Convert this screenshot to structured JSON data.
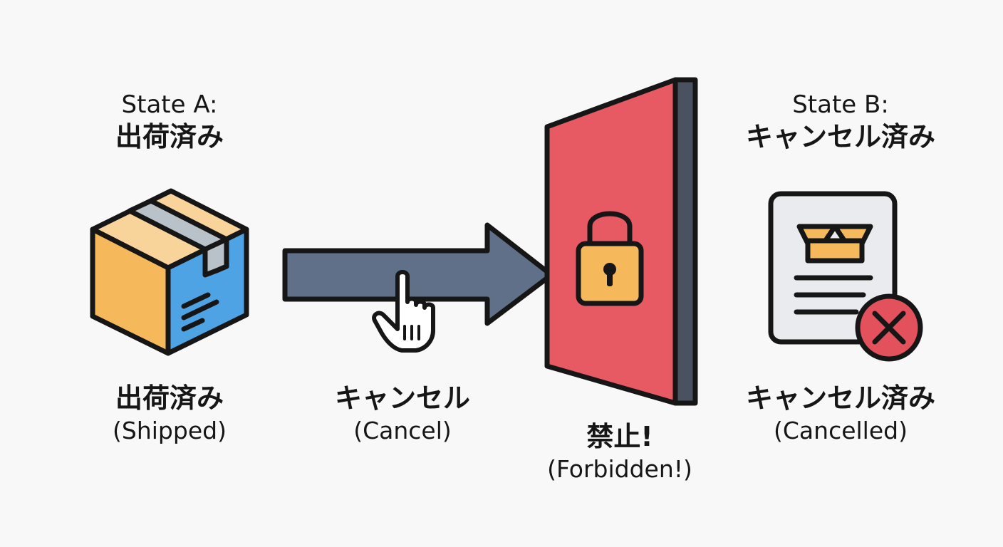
{
  "state_a": {
    "heading": "State A:",
    "heading_jp": "出荷済み",
    "caption_jp": "出荷済み",
    "caption_en": "(Shipped)"
  },
  "action": {
    "caption_jp": "キャンセル",
    "caption_en": "(Cancel)"
  },
  "barrier": {
    "caption_jp": "禁止!",
    "caption_en": "(Forbidden!)"
  },
  "state_b": {
    "heading": "State B:",
    "heading_jp": "キャンセル済み",
    "caption_jp": "キャンセル済み",
    "caption_en": "(Cancelled)"
  },
  "icons": {
    "state_a": "shipping-box-icon",
    "action_arrow": "arrow-icon",
    "action_pointer": "hand-pointer-icon",
    "barrier": "wall-icon",
    "lock": "padlock-icon",
    "state_b": "cancelled-document-icon",
    "cancel_mark": "cancel-x-icon"
  },
  "colors": {
    "box_top": "#f9d49a",
    "box_front": "#f5b95c",
    "box_side": "#4ea3e4",
    "tape": "#b9c2c8",
    "arrow": "#5f7088",
    "wall": "#e75a63",
    "wall_side": "#4a5260",
    "lock": "#f5b95c",
    "document": "#e9ebee",
    "cancel_mark": "#e3515c",
    "outline": "#161616"
  }
}
